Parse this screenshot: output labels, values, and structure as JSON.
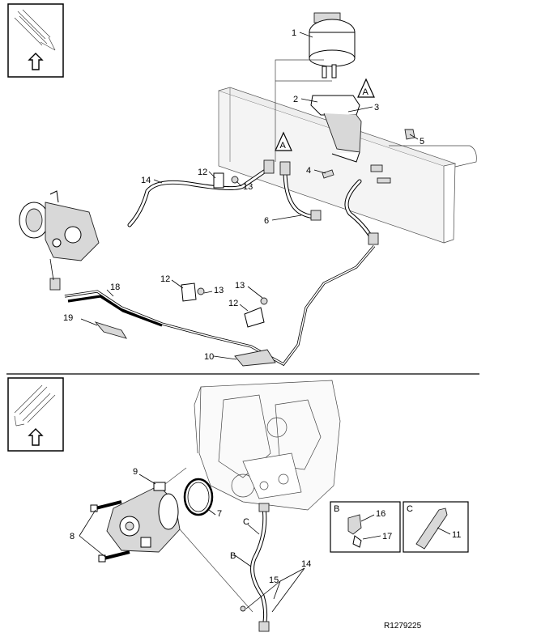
{
  "diagram": {
    "reference_code": "R1279225",
    "callouts_top": [
      "1",
      "2",
      "3",
      "4",
      "5",
      "6",
      "10",
      "12",
      "12",
      "12",
      "13",
      "13",
      "13",
      "14",
      "18",
      "19"
    ],
    "callouts_bottom": [
      "7",
      "8",
      "9",
      "14",
      "15",
      "B",
      "C"
    ],
    "detail_b": {
      "letter": "B",
      "parts": [
        "16",
        "17"
      ]
    },
    "detail_c": {
      "letter": "C",
      "parts": [
        "11"
      ]
    },
    "triangle_markers": [
      "A",
      "A"
    ]
  }
}
